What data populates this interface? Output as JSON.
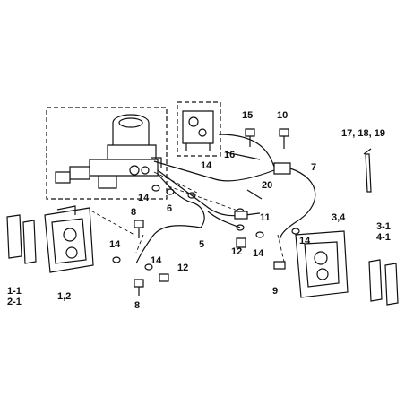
{
  "labels": {
    "l15": "15",
    "l10": "10",
    "l17_18_19": "17, 18, 19",
    "l16": "16",
    "l14a": "14",
    "l7": "7",
    "l20": "20",
    "l14b": "14",
    "l6": "6",
    "l11": "11",
    "l8a": "8",
    "l34": "3,4",
    "l31": "3-1",
    "l41": "4-1",
    "l14c": "14",
    "l12a": "12",
    "l14d": "14",
    "l5": "5",
    "l14e": "14",
    "l14f": "14",
    "l12b": "12",
    "l9": "9",
    "l11b": "1-1",
    "l21": "2-1",
    "l12": "1,2",
    "l8b": "8"
  }
}
